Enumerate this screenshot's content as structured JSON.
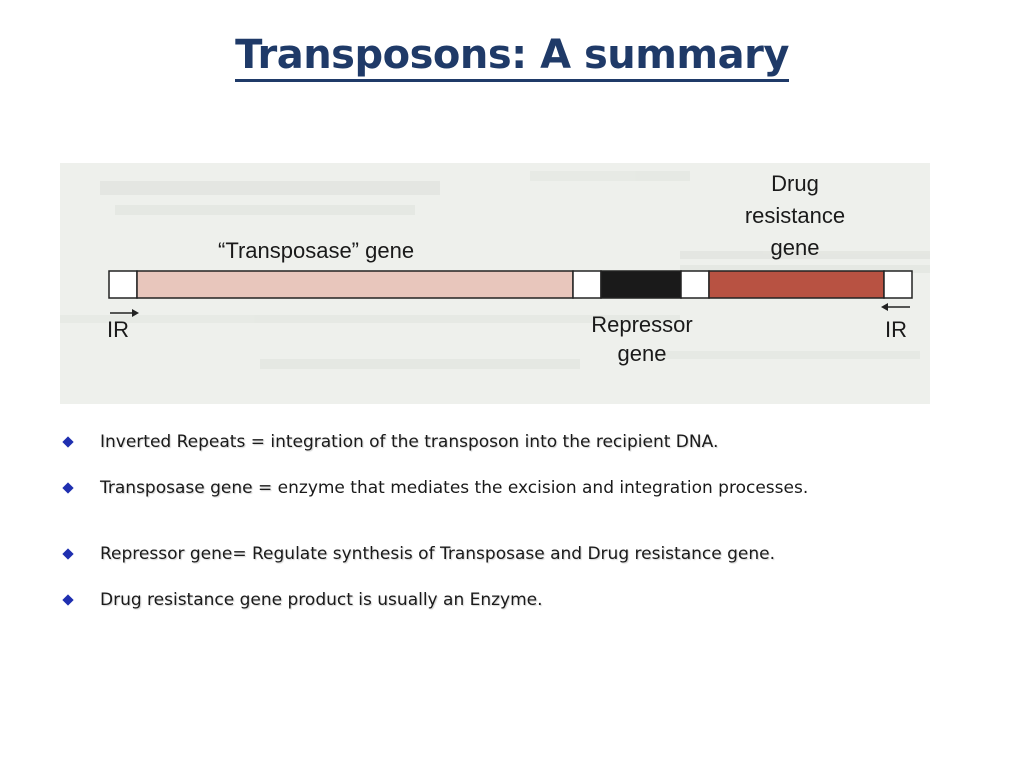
{
  "title": "Transposons: A summary",
  "figure": {
    "labels": {
      "transposase_gene": "“Transposase” gene",
      "drug_resistance_line1": "Drug",
      "drug_resistance_line2": "resistance",
      "drug_resistance_line3": "gene",
      "repressor_line1": "Repressor",
      "repressor_line2": "gene",
      "ir_left": "IR",
      "ir_right": "IR"
    },
    "colors": {
      "transposase_segment": "#e8c6bc",
      "repressor_segment": "#1a1a1a",
      "drug_resistance_segment": "#b85242",
      "ir_segment": "#ffffff"
    }
  },
  "bullets": [
    {
      "text": "Inverted Repeats = integration of the transposon into the recipient DNA."
    },
    {
      "text_lead": "Transposase gene = ",
      "text_rest": "enzyme that mediates the excision and integration processes."
    },
    {
      "text": "Repressor gene= Regulate synthesis of Transposase and Drug resistance gene."
    },
    {
      "text": "Drug resistance gene product is usually an Enzyme."
    }
  ],
  "colors": {
    "title": "#1f3a68",
    "bullet_marker": "#1f2fb0",
    "figure_background": "#eef0ec"
  },
  "icons": {
    "bullet_marker": "diamond-bullet-icon",
    "left_arrow": "arrow-right-icon",
    "right_arrow": "arrow-left-icon"
  }
}
